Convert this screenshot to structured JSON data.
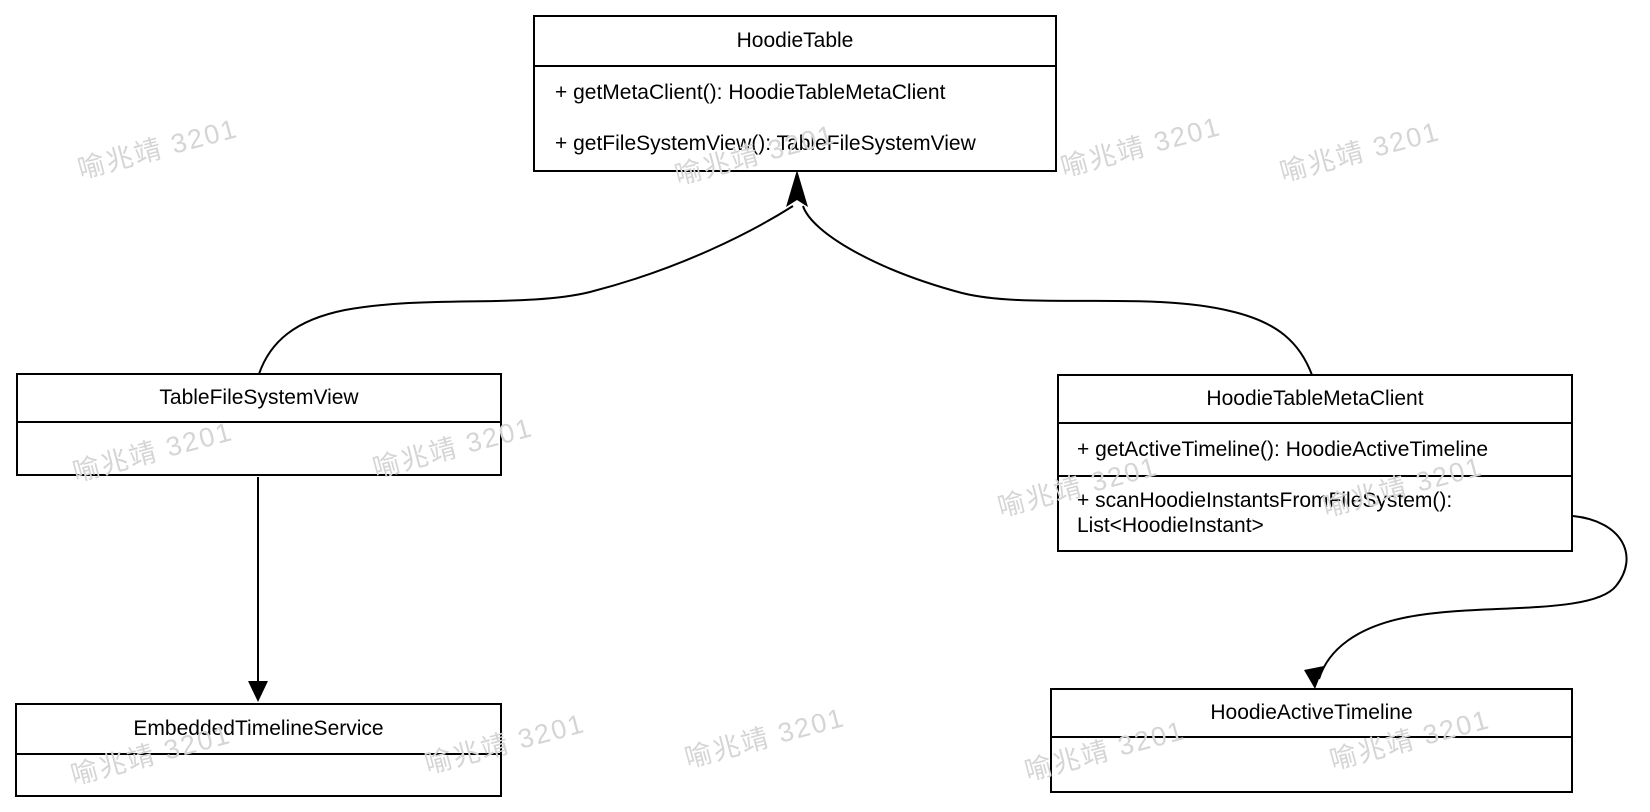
{
  "watermark": {
    "text": "喻兆靖 3201",
    "color": "#d5d5d5"
  },
  "classes": {
    "hoodieTable": {
      "title": "HoodieTable",
      "method1": "+ getMetaClient(): HoodieTableMetaClient",
      "method2": "+ getFileSystemView(): TableFileSystemView"
    },
    "tableFileSystemView": {
      "title": "TableFileSystemView"
    },
    "hoodieTableMetaClient": {
      "title": "HoodieTableMetaClient",
      "method1": "+ getActiveTimeline(): HoodieActiveTimeline",
      "method2_line1": "+ scanHoodieInstantsFromFileSystem():",
      "method2_line2": "List<HoodieInstant>"
    },
    "embeddedTimelineService": {
      "title": "EmbeddedTimelineService"
    },
    "hoodieActiveTimeline": {
      "title": "HoodieActiveTimeline"
    }
  },
  "relations": [
    {
      "from": "TableFileSystemView",
      "to": "HoodieTable",
      "arrowhead": "filled-triangle"
    },
    {
      "from": "HoodieTableMetaClient",
      "to": "HoodieTable",
      "arrowhead": "filled-triangle"
    },
    {
      "from": "TableFileSystemView",
      "to": "EmbeddedTimelineService",
      "arrowhead": "filled-triangle"
    },
    {
      "from": "HoodieTableMetaClient",
      "to": "HoodieActiveTimeline",
      "arrowhead": "filled-triangle"
    }
  ]
}
